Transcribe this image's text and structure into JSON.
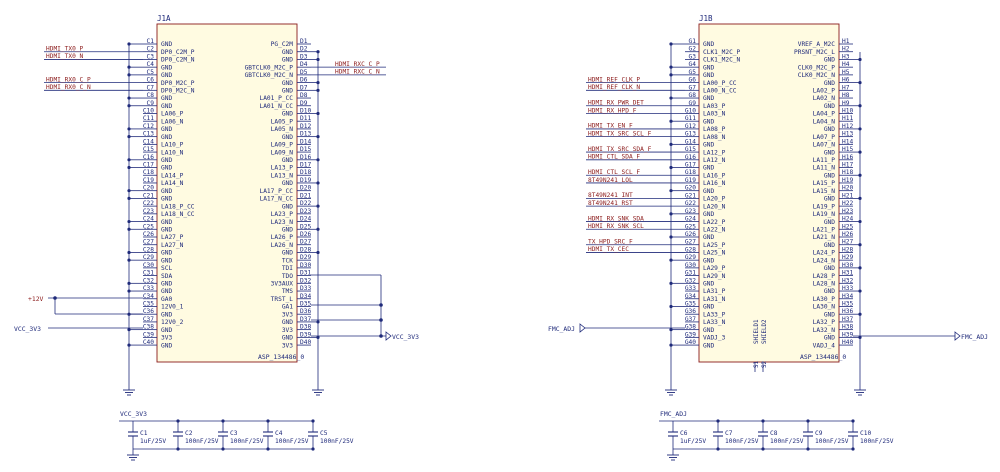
{
  "colors": {
    "wire": "#1f2a7a",
    "body_fill": "#fffbe1",
    "body_stroke": "#8b1a1a",
    "text": "#1f2a7a",
    "net": "#8b1a1a",
    "background": "#ffffff"
  },
  "j1a": {
    "ref": "J1A",
    "part": "ASP_134486_0",
    "left_pins": [
      {
        "num": "C1",
        "name": "GND"
      },
      {
        "num": "C2",
        "name": "DP0_C2M_P"
      },
      {
        "num": "C3",
        "name": "DP0_C2M_N"
      },
      {
        "num": "C4",
        "name": "GND"
      },
      {
        "num": "C5",
        "name": "GND"
      },
      {
        "num": "C6",
        "name": "DP0_M2C_P"
      },
      {
        "num": "C7",
        "name": "DP0_M2C_N"
      },
      {
        "num": "C8",
        "name": "GND"
      },
      {
        "num": "C9",
        "name": "GND"
      },
      {
        "num": "C10",
        "name": "LA06_P"
      },
      {
        "num": "C11",
        "name": "LA06_N"
      },
      {
        "num": "C12",
        "name": "GND"
      },
      {
        "num": "C13",
        "name": "GND"
      },
      {
        "num": "C14",
        "name": "LA10_P"
      },
      {
        "num": "C15",
        "name": "LA10_N"
      },
      {
        "num": "C16",
        "name": "GND"
      },
      {
        "num": "C17",
        "name": "GND"
      },
      {
        "num": "C18",
        "name": "LA14_P"
      },
      {
        "num": "C19",
        "name": "LA14_N"
      },
      {
        "num": "C20",
        "name": "GND"
      },
      {
        "num": "C21",
        "name": "GND"
      },
      {
        "num": "C22",
        "name": "LA18_P_CC"
      },
      {
        "num": "C23",
        "name": "LA18_N_CC"
      },
      {
        "num": "C24",
        "name": "GND"
      },
      {
        "num": "C25",
        "name": "GND"
      },
      {
        "num": "C26",
        "name": "LA27_P"
      },
      {
        "num": "C27",
        "name": "LA27_N"
      },
      {
        "num": "C28",
        "name": "GND"
      },
      {
        "num": "C29",
        "name": "GND"
      },
      {
        "num": "C30",
        "name": "SCL"
      },
      {
        "num": "C31",
        "name": "SDA"
      },
      {
        "num": "C32",
        "name": "GND"
      },
      {
        "num": "C33",
        "name": "GND"
      },
      {
        "num": "C34",
        "name": "GA0"
      },
      {
        "num": "C35",
        "name": "12V0_1"
      },
      {
        "num": "C36",
        "name": "GND"
      },
      {
        "num": "C37",
        "name": "12V0_2"
      },
      {
        "num": "C38",
        "name": "GND"
      },
      {
        "num": "C39",
        "name": "3V3"
      },
      {
        "num": "C40",
        "name": "GND"
      }
    ],
    "right_pins": [
      {
        "num": "D1",
        "name": "PG_C2M"
      },
      {
        "num": "D2",
        "name": "GND"
      },
      {
        "num": "D3",
        "name": "GND"
      },
      {
        "num": "D4",
        "name": "GBTCLK0_M2C_P"
      },
      {
        "num": "D5",
        "name": "GBTCLK0_M2C_N"
      },
      {
        "num": "D6",
        "name": "GND"
      },
      {
        "num": "D7",
        "name": "GND"
      },
      {
        "num": "D8",
        "name": "LA01_P_CC"
      },
      {
        "num": "D9",
        "name": "LA01_N_CC"
      },
      {
        "num": "D10",
        "name": "GND"
      },
      {
        "num": "D11",
        "name": "LA05_P"
      },
      {
        "num": "D12",
        "name": "LA05_N"
      },
      {
        "num": "D13",
        "name": "GND"
      },
      {
        "num": "D14",
        "name": "LA09_P"
      },
      {
        "num": "D15",
        "name": "LA09_N"
      },
      {
        "num": "D16",
        "name": "GND"
      },
      {
        "num": "D17",
        "name": "LA13_P"
      },
      {
        "num": "D18",
        "name": "LA13_N"
      },
      {
        "num": "D19",
        "name": "GND"
      },
      {
        "num": "D20",
        "name": "LA17_P_CC"
      },
      {
        "num": "D21",
        "name": "LA17_N_CC"
      },
      {
        "num": "D22",
        "name": "GND"
      },
      {
        "num": "D23",
        "name": "LA23_P"
      },
      {
        "num": "D24",
        "name": "LA23_N"
      },
      {
        "num": "D25",
        "name": "GND"
      },
      {
        "num": "D26",
        "name": "LA26_P"
      },
      {
        "num": "D27",
        "name": "LA26_N"
      },
      {
        "num": "D28",
        "name": "GND"
      },
      {
        "num": "D29",
        "name": "TCK"
      },
      {
        "num": "D30",
        "name": "TDI"
      },
      {
        "num": "D31",
        "name": "TDO"
      },
      {
        "num": "D32",
        "name": "3V3AUX"
      },
      {
        "num": "D33",
        "name": "TMS"
      },
      {
        "num": "D34",
        "name": "TRST_L"
      },
      {
        "num": "D35",
        "name": "GA1"
      },
      {
        "num": "D36",
        "name": "3V3"
      },
      {
        "num": "D37",
        "name": "GND"
      },
      {
        "num": "D38",
        "name": "3V3"
      },
      {
        "num": "D39",
        "name": "GND"
      },
      {
        "num": "D40",
        "name": "3V3"
      }
    ],
    "left_nets": [
      {
        "pin": "C2",
        "label": "HDMI_TX0_P"
      },
      {
        "pin": "C3",
        "label": "HDMI_TX0_N"
      },
      {
        "pin": "C6",
        "label": "HDMI_RX0_C_P"
      },
      {
        "pin": "C7",
        "label": "HDMI_RX0_C_N"
      }
    ],
    "right_nets": [
      {
        "pin": "D4",
        "label": "HDMI_RXC_C_P"
      },
      {
        "pin": "D5",
        "label": "HDMI_RXC_C_N"
      }
    ],
    "power_12v": "+12V",
    "power_3v3": "VCC_3V3",
    "port_3v3": "VCC_3V3"
  },
  "j1b": {
    "ref": "J1B",
    "part": "ASP_134486_0",
    "left_pins": [
      {
        "num": "G1",
        "name": "GND"
      },
      {
        "num": "G2",
        "name": "CLK1_M2C_P"
      },
      {
        "num": "G3",
        "name": "CLK1_M2C_N"
      },
      {
        "num": "G4",
        "name": "GND"
      },
      {
        "num": "G5",
        "name": "GND"
      },
      {
        "num": "G6",
        "name": "LA00_P_CC"
      },
      {
        "num": "G7",
        "name": "LA00_N_CC"
      },
      {
        "num": "G8",
        "name": "GND"
      },
      {
        "num": "G9",
        "name": "LA03_P"
      },
      {
        "num": "G10",
        "name": "LA03_N"
      },
      {
        "num": "G11",
        "name": "GND"
      },
      {
        "num": "G12",
        "name": "LA08_P"
      },
      {
        "num": "G13",
        "name": "LA08_N"
      },
      {
        "num": "G14",
        "name": "GND"
      },
      {
        "num": "G15",
        "name": "LA12_P"
      },
      {
        "num": "G16",
        "name": "LA12_N"
      },
      {
        "num": "G17",
        "name": "GND"
      },
      {
        "num": "G18",
        "name": "LA16_P"
      },
      {
        "num": "G19",
        "name": "LA16_N"
      },
      {
        "num": "G20",
        "name": "GND"
      },
      {
        "num": "G21",
        "name": "LA20_P"
      },
      {
        "num": "G22",
        "name": "LA20_N"
      },
      {
        "num": "G23",
        "name": "GND"
      },
      {
        "num": "G24",
        "name": "LA22_P"
      },
      {
        "num": "G25",
        "name": "LA22_N"
      },
      {
        "num": "G26",
        "name": "GND"
      },
      {
        "num": "G27",
        "name": "LA25_P"
      },
      {
        "num": "G28",
        "name": "LA25_N"
      },
      {
        "num": "G29",
        "name": "GND"
      },
      {
        "num": "G30",
        "name": "LA29_P"
      },
      {
        "num": "G31",
        "name": "LA29_N"
      },
      {
        "num": "G32",
        "name": "GND"
      },
      {
        "num": "G33",
        "name": "LA31_P"
      },
      {
        "num": "G34",
        "name": "LA31_N"
      },
      {
        "num": "G35",
        "name": "GND"
      },
      {
        "num": "G36",
        "name": "LA33_P"
      },
      {
        "num": "G37",
        "name": "LA33_N"
      },
      {
        "num": "G38",
        "name": "GND"
      },
      {
        "num": "G39",
        "name": "VADJ_3"
      },
      {
        "num": "G40",
        "name": "GND"
      }
    ],
    "right_pins": [
      {
        "num": "H1",
        "name": "VREF_A_M2C"
      },
      {
        "num": "H2",
        "name": "PRSNT_M2C_L"
      },
      {
        "num": "H3",
        "name": "GND"
      },
      {
        "num": "H4",
        "name": "CLK0_M2C_P"
      },
      {
        "num": "H5",
        "name": "CLK0_M2C_N"
      },
      {
        "num": "H6",
        "name": "GND"
      },
      {
        "num": "H7",
        "name": "LA02_P"
      },
      {
        "num": "H8",
        "name": "LA02_N"
      },
      {
        "num": "H9",
        "name": "GND"
      },
      {
        "num": "H10",
        "name": "LA04_P"
      },
      {
        "num": "H11",
        "name": "LA04_N"
      },
      {
        "num": "H12",
        "name": "GND"
      },
      {
        "num": "H13",
        "name": "LA07_P"
      },
      {
        "num": "H14",
        "name": "LA07_N"
      },
      {
        "num": "H15",
        "name": "GND"
      },
      {
        "num": "H16",
        "name": "LA11_P"
      },
      {
        "num": "H17",
        "name": "LA11_N"
      },
      {
        "num": "H18",
        "name": "GND"
      },
      {
        "num": "H19",
        "name": "LA15_P"
      },
      {
        "num": "H20",
        "name": "LA15_N"
      },
      {
        "num": "H21",
        "name": "GND"
      },
      {
        "num": "H22",
        "name": "LA19_P"
      },
      {
        "num": "H23",
        "name": "LA19_N"
      },
      {
        "num": "H24",
        "name": "GND"
      },
      {
        "num": "H25",
        "name": "LA21_P"
      },
      {
        "num": "H26",
        "name": "LA21_N"
      },
      {
        "num": "H27",
        "name": "GND"
      },
      {
        "num": "H28",
        "name": "LA24_P"
      },
      {
        "num": "H29",
        "name": "LA24_N"
      },
      {
        "num": "H30",
        "name": "GND"
      },
      {
        "num": "H31",
        "name": "LA28_P"
      },
      {
        "num": "H32",
        "name": "LA28_N"
      },
      {
        "num": "H33",
        "name": "GND"
      },
      {
        "num": "H34",
        "name": "LA30_P"
      },
      {
        "num": "H35",
        "name": "LA30_N"
      },
      {
        "num": "H36",
        "name": "GND"
      },
      {
        "num": "H37",
        "name": "LA32_P"
      },
      {
        "num": "H38",
        "name": "LA32_N"
      },
      {
        "num": "H39",
        "name": "GND"
      },
      {
        "num": "H40",
        "name": "VADJ_4"
      }
    ],
    "left_nets": [
      {
        "pin": "G6",
        "label": "HDMI_REF_CLK_P"
      },
      {
        "pin": "G7",
        "label": "HDMI_REF_CLK_N"
      },
      {
        "pin": "G9",
        "label": "HDMI_RX_PWR_DET"
      },
      {
        "pin": "G10",
        "label": "HDMI_RX_HPD_F"
      },
      {
        "pin": "G12",
        "label": "HDMI_TX_EN_F"
      },
      {
        "pin": "G13",
        "label": "HDMI_TX_SRC_SCL_F"
      },
      {
        "pin": "G15",
        "label": "HDMI_TX_SRC_SDA_F"
      },
      {
        "pin": "G16",
        "label": "HDMI_CTL_SDA_F"
      },
      {
        "pin": "G18",
        "label": "HDMI_CTL_SCL_F"
      },
      {
        "pin": "G19",
        "label": "8T49N241_LOL"
      },
      {
        "pin": "G21",
        "label": "8T49N241_INT"
      },
      {
        "pin": "G22",
        "label": "8T49N241_RST"
      },
      {
        "pin": "G24",
        "label": "HDMI_RX_SNK_SDA"
      },
      {
        "pin": "G25",
        "label": "HDMI_RX_SNK_SCL"
      },
      {
        "pin": "G27",
        "label": "TX_HPD_SRC_F"
      },
      {
        "pin": "G28",
        "label": "HDMI_TX_CEC"
      }
    ],
    "port_left": "FMC_ADJ",
    "port_right": "FMC_ADJ",
    "shield1": "SHIELD1",
    "shield2": "SHIELD2",
    "s1": "S1",
    "s2": "S2"
  },
  "caps_left": {
    "rail": "VCC_3V3",
    "items": [
      {
        "ref": "C1",
        "value": "1uF/25V"
      },
      {
        "ref": "C2",
        "value": "100nF/25V"
      },
      {
        "ref": "C3",
        "value": "100nF/25V"
      },
      {
        "ref": "C4",
        "value": "100nF/25V"
      },
      {
        "ref": "C5",
        "value": "100nF/25V"
      }
    ]
  },
  "caps_right": {
    "rail": "FMC_ADJ",
    "items": [
      {
        "ref": "C6",
        "value": "1uF/25V"
      },
      {
        "ref": "C7",
        "value": "100nF/25V"
      },
      {
        "ref": "C8",
        "value": "100nF/25V"
      },
      {
        "ref": "C9",
        "value": "100nF/25V"
      },
      {
        "ref": "C10",
        "value": "100nF/25V"
      }
    ]
  }
}
